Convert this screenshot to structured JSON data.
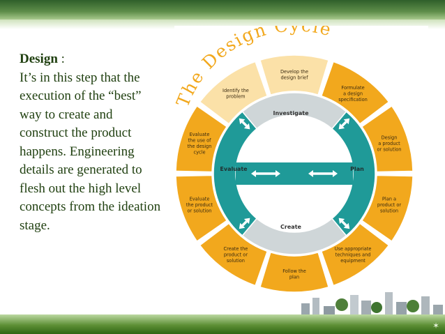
{
  "slide": {
    "heading": "Design",
    "heading_suffix": " :",
    "body": "It’s in this step that the execution of the “best” way to create and construct the product happens. Engineering details are generated to flesh out the high level concepts from the ideation stage."
  },
  "diagram": {
    "title": "The Design Cycle",
    "outer_steps": [
      {
        "label": [
          "Develop the",
          "design brief"
        ]
      },
      {
        "label": [
          "Formulate",
          "a design",
          "specification"
        ]
      },
      {
        "label": [
          "Design",
          "a product",
          "or solution"
        ]
      },
      {
        "label": [
          "Plan a",
          "product or",
          "solution"
        ]
      },
      {
        "label": [
          "Use appropriate",
          "techniques and",
          "equipment"
        ]
      },
      {
        "label": [
          "Follow the",
          "plan"
        ]
      },
      {
        "label": [
          "Create the",
          "product or",
          "solution"
        ]
      },
      {
        "label": [
          "Evaluate",
          "the product",
          "or solution"
        ]
      },
      {
        "label": [
          "Evaluate",
          "the use of",
          "the design",
          "cycle"
        ]
      },
      {
        "label": [
          "Identify the",
          "problem"
        ]
      }
    ],
    "phases": {
      "investigate": "Investigate",
      "plan": "Plan",
      "create": "Create",
      "evaluate": "Evaluate"
    },
    "colors": {
      "orange": "#f2a81d",
      "orange_light": "#fbe1a8",
      "teal": "#1f9a98",
      "gray": "#cfd6d8"
    }
  },
  "decor": {
    "bullet_icon": "✶"
  }
}
